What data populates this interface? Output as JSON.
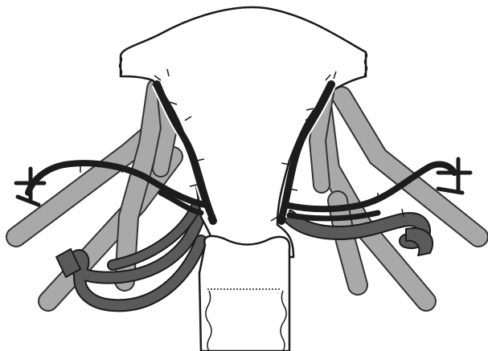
{
  "colors": {
    "background": "#ffffff",
    "outline": "#1a1a1a",
    "light_vessel": "#a9a9a9",
    "dark_vessel": "#5a5a5a",
    "black_vessel": "#1c1c1c",
    "organ_fill": "#ffffff"
  },
  "icons": [
    "organ-body",
    "cut-stump-left",
    "cut-stump-right",
    "vessel-branch-icon"
  ]
}
